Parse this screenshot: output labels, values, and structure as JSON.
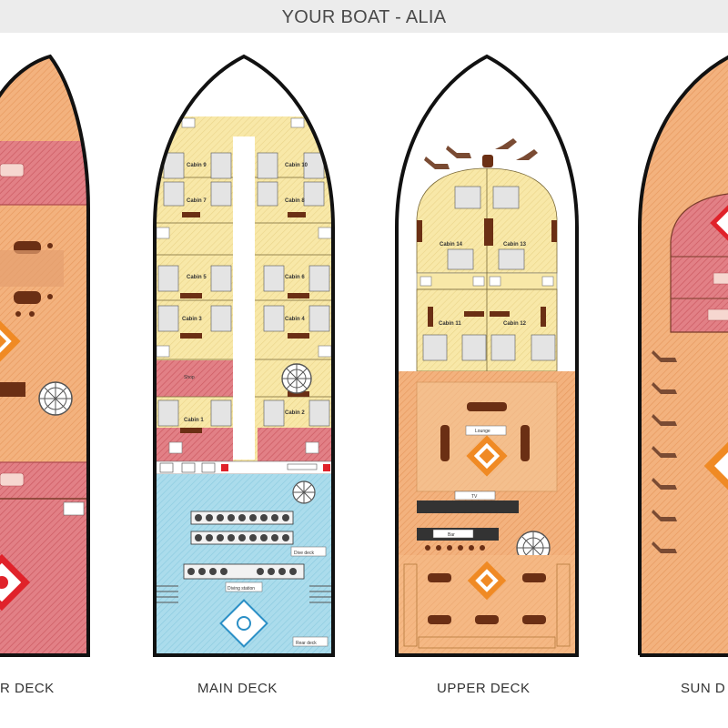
{
  "header": {
    "title": "YOUR BOAT  -  ALIA"
  },
  "decks": [
    {
      "id": "lower",
      "label": "R DECK"
    },
    {
      "id": "main",
      "label": "MAIN DECK"
    },
    {
      "id": "upper",
      "label": "UPPER DECK"
    },
    {
      "id": "sun",
      "label": "SUN D"
    }
  ],
  "main_deck": {
    "cabins": [
      "Cabin 9",
      "Cabin 10",
      "Cabin 7",
      "Cabin 8",
      "Cabin 5",
      "Cabin 6",
      "Cabin 3",
      "Cabin 4",
      "Cabin 1",
      "Cabin 2"
    ],
    "rooms": {
      "shop": "Shop",
      "dive_deck": "Dive deck",
      "rear_deck": "Rear deck",
      "diving_station": "Diving station"
    }
  },
  "upper_deck": {
    "cabins": [
      "Cabin 14",
      "Cabin 13",
      "Cabin 11",
      "Cabin 12"
    ],
    "rooms": {
      "lounge": "Lounge",
      "tv": "TV",
      "bar": "Bar"
    }
  },
  "colors": {
    "ocean_blue": "#a9dcec",
    "cabin_yellow": "#f7e7a6",
    "lounge_orange": "#f2b27c",
    "crew_red": "#e0777c",
    "hull_outline": "#111111",
    "hazard_orange": "#f08a24"
  },
  "icons": [
    "steering-wheel-icon",
    "diamond-hazard-icon",
    "sun-lounger-icon",
    "first-aid-icon"
  ]
}
